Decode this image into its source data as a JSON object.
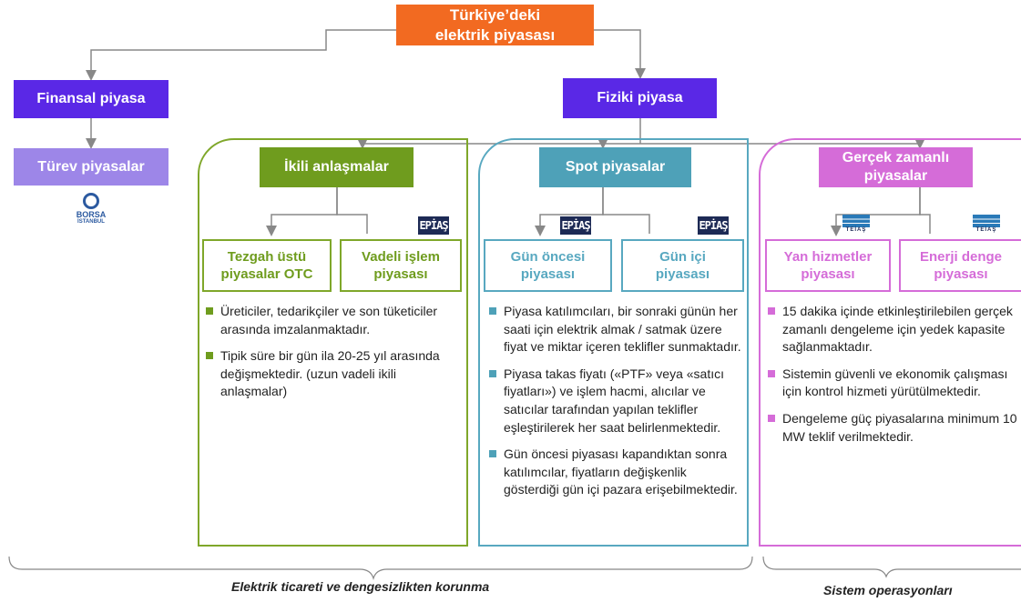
{
  "root": {
    "label": "Türkiye’deki elektrik piyasası"
  },
  "financial": {
    "label": "Finansal piyasa",
    "child": "Türev piyasalar",
    "logo": {
      "line1": "BORSA",
      "line2": "İSTANBUL"
    }
  },
  "physical": {
    "label": "Fiziki piyasa"
  },
  "bilateral": {
    "label": "İkili anlaşmalar",
    "logo": "EPİAŞ",
    "subs": [
      "Tezgah üstü piyasalar OTC",
      "Vadeli işlem piyasası"
    ],
    "bullets": [
      "Üreticiler, tedarikçiler ve son tüketiciler arasında imzalanmaktadır.",
      "Tipik süre bir gün ila 20-25 yıl arasında değişmektedir. (uzun vadeli ikili anlaşmalar)"
    ]
  },
  "spot": {
    "label": "Spot piyasalar",
    "logos": [
      "EPİAŞ",
      "EPİAŞ"
    ],
    "subs": [
      "Gün öncesi piyasası",
      "Gün içi piyasası"
    ],
    "bullets": [
      "Piyasa katılımcıları, bir sonraki günün her saati için elektrik almak / satmak üzere fiyat ve miktar içeren teklifler sunmaktadır.",
      "Piyasa takas fiyatı («PTF» veya «satıcı fiyatları») ve işlem hacmi, alıcılar ve satıcılar tarafından yapılan teklifler eşleştirilerek her saat belirlenmektedir.",
      "Gün öncesi piyasası kapandıktan sonra katılımcılar, fiyatların değişkenlik gösterdiği gün içi pazara erişebilmektedir."
    ]
  },
  "realtime": {
    "label": "Gerçek zamanlı piyasalar",
    "logos": [
      "TEİAŞ",
      "TEİAŞ"
    ],
    "subs": [
      "Yan hizmetler piyasası",
      "Enerji denge piyasası"
    ],
    "bullets": [
      "15 dakika içinde etkinleştirilebilen gerçek zamanlı dengeleme için yedek kapasite sağlanmaktadır.",
      "Sistemin güvenli ve ekonomik çalışması için kontrol hizmeti yürütülmektedir.",
      "Dengeleme güç piyasalarına minimum 10 MW teklif verilmektedir."
    ]
  },
  "captions": {
    "left": "Elektrik ticareti ve dengesizlikten korunma",
    "right": "Sistem operasyonları"
  },
  "colors": {
    "orange": "#f26a21",
    "purple": "#5a28e6",
    "green": "#6f9c1e",
    "teal": "#4ea1b8",
    "pink": "#d56cd8"
  }
}
